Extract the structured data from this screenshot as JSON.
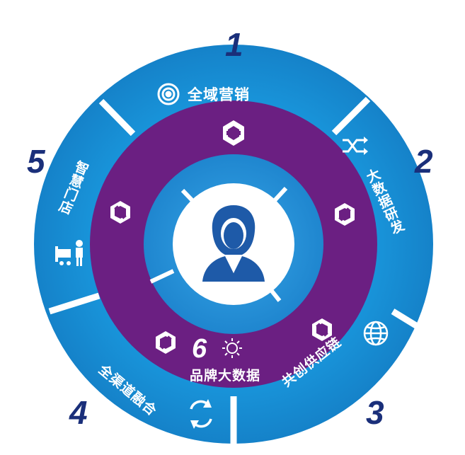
{
  "numbers": [
    "1",
    "2",
    "3",
    "4",
    "5"
  ],
  "segments": [
    {
      "label": "全域营销",
      "icon": "target-icon"
    },
    {
      "label": "大数据研发",
      "icon": "shuffle-icon"
    },
    {
      "label": "共创供应链",
      "icon": "globe-icon"
    },
    {
      "label": "全渠道融合",
      "icon": "refresh-icon"
    },
    {
      "label": "智慧门店",
      "icon": "shopping-cart-person-icon"
    }
  ],
  "center": {
    "number": "6",
    "label": "品牌大数据",
    "icon": "person-icon",
    "sun_icon": "sun-icon"
  },
  "colors": {
    "outer_ring": "#1a8fd6",
    "purple_ring": "#6b1f82",
    "inner_ring": "#2a8fd4",
    "center": "#ffffff",
    "numbers": "#1a2f7a",
    "person": "#1e5aa8"
  }
}
